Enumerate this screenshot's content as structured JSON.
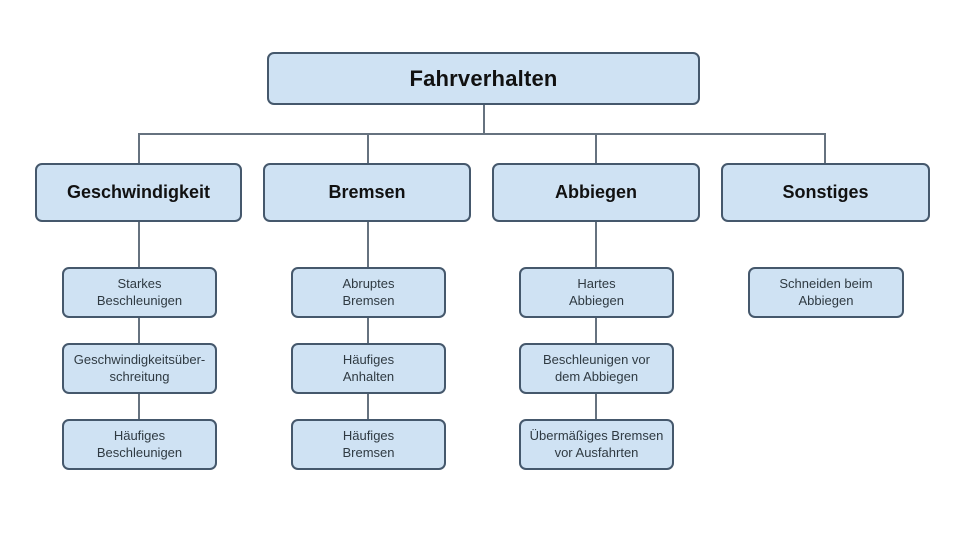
{
  "diagram": {
    "title": "Fahrverhalten",
    "root": {
      "label": "Fahrverhalten"
    },
    "branches": [
      {
        "label": "Geschwindigkeit",
        "children": [
          "Starkes\nBeschleunigen",
          "Geschwindigkeitsüber-\nschreitung",
          "Häufiges\nBeschleunigen"
        ]
      },
      {
        "label": "Bremsen",
        "children": [
          "Abruptes\nBremsen",
          "Häufiges\nAnhalten",
          "Häufiges\nBremsen"
        ]
      },
      {
        "label": "Abbiegen",
        "children": [
          "Hartes\nAbbiegen",
          "Beschleunigen vor\ndem Abbiegen",
          "Übermäßiges Bremsen\nvor Ausfahrten"
        ]
      },
      {
        "label": "Sonstiges",
        "children": [
          "Schneiden beim\nAbbiegen"
        ]
      }
    ]
  },
  "colors": {
    "node_fill": "#cfe2f3",
    "node_border": "#45586c",
    "connector": "#66727f",
    "heading_text": "#111111",
    "leaf_text": "#2f3a42",
    "background": "#ffffff"
  }
}
